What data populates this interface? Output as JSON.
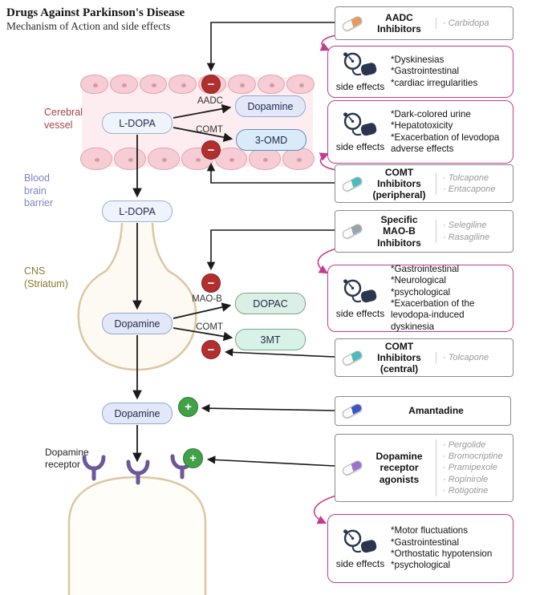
{
  "title": {
    "line1": "Drugs Against Parkinson's Disease",
    "line2": "Mechanism of Action and side effects"
  },
  "regions": {
    "cerebral_vessel": "Cerebral vessel",
    "blood_brain_barrier": "Blood brain barrier",
    "cns": "CNS (Striatum)",
    "dopamine_receptor": "Dopamine receptor"
  },
  "nodes": {
    "ldopa_vessel": "L-DOPA",
    "dopamine_vessel": "Dopamine",
    "omd": "3-OMD",
    "ldopa_cns": "L-DOPA",
    "dopamine_cns": "Dopamine",
    "dopac": "DOPAC",
    "mt": "3MT",
    "dopamine_synaptic": "Dopamine"
  },
  "enzymes": {
    "aadc": "AADC",
    "comt_peripheral": "COMT",
    "maob": "MAO-B",
    "comt_central": "COMT"
  },
  "signs": {
    "inhibit": "−",
    "stimulate": "+"
  },
  "drug_boxes": [
    {
      "name": "AADC Inhibitors",
      "drugs": [
        "· Carbidopa"
      ],
      "pill_color": "#e89a57"
    },
    {
      "name": "COMT Inhibitors (peripheral)",
      "drugs": [
        "· Tolcapone",
        "· Entacapone"
      ],
      "pill_color": "#49bdbd"
    },
    {
      "name": "Specific MAO-B Inhibitors",
      "drugs": [
        "· Selegiline",
        "· Rasagiline"
      ],
      "pill_color": "#9aa3ad"
    },
    {
      "name": "COMT Inhibitors (central)",
      "drugs": [
        "· Tolcapone"
      ],
      "pill_color": "#49bdbd"
    },
    {
      "name": "Amantadine",
      "drugs": [],
      "pill_color": "#3c55c8"
    },
    {
      "name": "Dopamine receptor agonists",
      "drugs": [
        "· Pergolide",
        "· Bromocriptine",
        "· Pramipexole",
        "· Ropinirole",
        "· Rotigotine"
      ],
      "pill_color": "#9d72cf"
    }
  ],
  "side_effect_boxes": [
    {
      "label": "side effects",
      "items": [
        "*Dyskinesias",
        "*Gastrointestinal",
        "*cardiac irregularities"
      ]
    },
    {
      "label": "side effects",
      "items": [
        "*Dark-colored urine",
        "*Hepatotoxicity",
        "*Exacerbation of levodopa adverse effects"
      ]
    },
    {
      "label": "side effects",
      "items": [
        "*Gastrointestinal",
        "*Neurological",
        "*psychological",
        "*Exacerbation of the levodopa-induced dyskinesia"
      ]
    },
    {
      "label": "side effects",
      "items": [
        "*Motor fluctuations",
        "*Gastrointestinal",
        "*Orthostatic hypotension",
        "*psychological"
      ]
    }
  ],
  "colors": {
    "magenta_accent": "#c33b8f",
    "inhibit_red": "#b22f2f",
    "stimulate_green": "#41a146",
    "receptor_purple": "#6e569b"
  }
}
